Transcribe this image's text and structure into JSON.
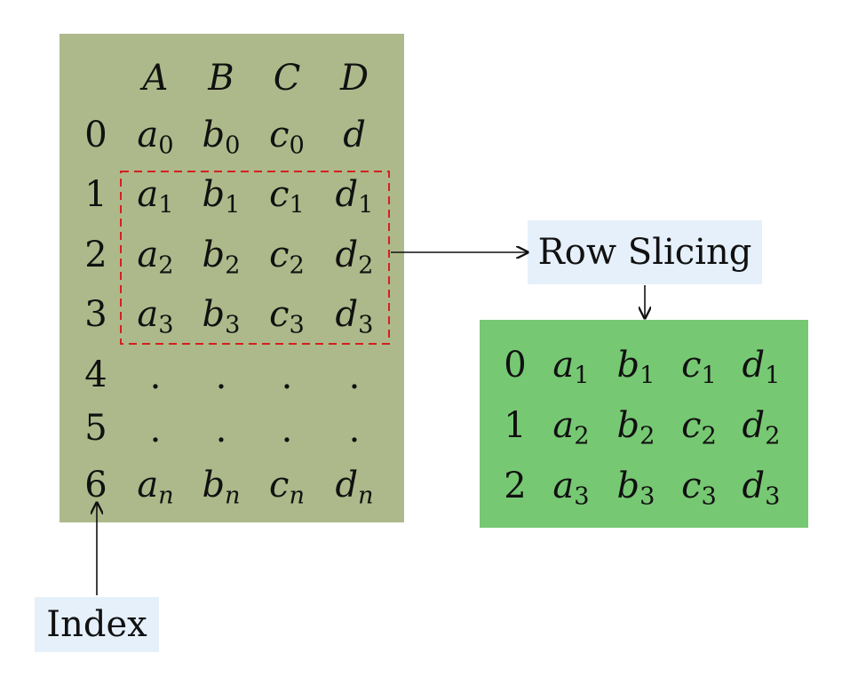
{
  "colors": {
    "source_panel": "#adb98a",
    "result_panel": "#77c873",
    "label_bg": "#e5f0fb",
    "selection": "#d42020",
    "arrow": "#111111"
  },
  "source_table": {
    "columns": [
      "A",
      "B",
      "C",
      "D"
    ],
    "rows": [
      {
        "index": "0",
        "cells": [
          [
            "a",
            "0"
          ],
          [
            "b",
            "0"
          ],
          [
            "c",
            "0"
          ],
          [
            "d",
            ""
          ]
        ]
      },
      {
        "index": "1",
        "cells": [
          [
            "a",
            "1"
          ],
          [
            "b",
            "1"
          ],
          [
            "c",
            "1"
          ],
          [
            "d",
            "1"
          ]
        ]
      },
      {
        "index": "2",
        "cells": [
          [
            "a",
            "2"
          ],
          [
            "b",
            "2"
          ],
          [
            "c",
            "2"
          ],
          [
            "d",
            "2"
          ]
        ]
      },
      {
        "index": "3",
        "cells": [
          [
            "a",
            "3"
          ],
          [
            "b",
            "3"
          ],
          [
            "c",
            "3"
          ],
          [
            "d",
            "3"
          ]
        ]
      },
      {
        "index": "4",
        "cells": [
          [
            ".",
            ""
          ],
          [
            ".",
            ""
          ],
          [
            ".",
            ""
          ],
          [
            ".",
            ""
          ]
        ]
      },
      {
        "index": "5",
        "cells": [
          [
            ".",
            ""
          ],
          [
            ".",
            ""
          ],
          [
            ".",
            ""
          ],
          [
            ".",
            ""
          ]
        ]
      },
      {
        "index": "6",
        "cells": [
          [
            "a",
            "n"
          ],
          [
            "b",
            "n"
          ],
          [
            "c",
            "n"
          ],
          [
            "d",
            "n"
          ]
        ]
      }
    ],
    "selected_rows": [
      "1",
      "3"
    ]
  },
  "result_table": {
    "rows": [
      {
        "index": "0",
        "cells": [
          [
            "a",
            "1"
          ],
          [
            "b",
            "1"
          ],
          [
            "c",
            "1"
          ],
          [
            "d",
            "1"
          ]
        ]
      },
      {
        "index": "1",
        "cells": [
          [
            "a",
            "2"
          ],
          [
            "b",
            "2"
          ],
          [
            "c",
            "2"
          ],
          [
            "d",
            "2"
          ]
        ]
      },
      {
        "index": "2",
        "cells": [
          [
            "a",
            "3"
          ],
          [
            "b",
            "3"
          ],
          [
            "c",
            "3"
          ],
          [
            "d",
            "3"
          ]
        ]
      }
    ]
  },
  "labels": {
    "row_slicing": "Row Slicing",
    "index": "Index"
  }
}
